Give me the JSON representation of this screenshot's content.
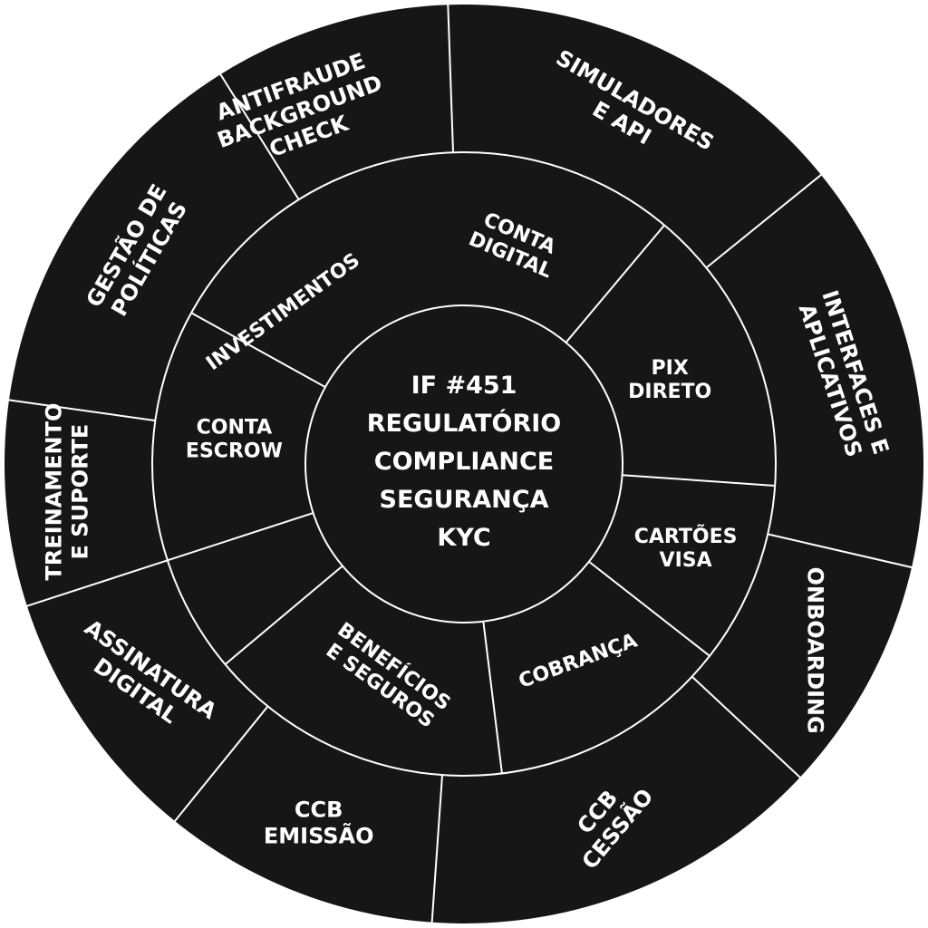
{
  "center": {
    "lines": [
      "IF #451",
      "REGULATÓRIO",
      "COMPLIANCE",
      "SEGURANÇA",
      "KYC"
    ]
  },
  "middle_ring": [
    {
      "id": "conta-digital",
      "lines": [
        "CONTA",
        "DIGITAL"
      ]
    },
    {
      "id": "pix-direto",
      "lines": [
        "PIX",
        "DIRETO"
      ]
    },
    {
      "id": "cartoes-visa",
      "lines": [
        "CARTÕES",
        "VISA"
      ]
    },
    {
      "id": "cobranca",
      "lines": [
        "COBRANÇA"
      ]
    },
    {
      "id": "beneficios-e-seguros",
      "lines": [
        "BENEFÍCIOS",
        "E SEGUROS"
      ]
    },
    {
      "id": "conta-escrow",
      "lines": [
        "CONTA",
        "ESCROW"
      ]
    },
    {
      "id": "investimentos",
      "lines": [
        "INVESTIMENTOS"
      ]
    }
  ],
  "outer_ring": [
    {
      "id": "simuladores-e-api",
      "lines": [
        "SIMULADORES",
        "E API"
      ]
    },
    {
      "id": "interfaces-e-aplicativos",
      "lines": [
        "INTERFACES E",
        "APLICATIVOS"
      ]
    },
    {
      "id": "onboarding",
      "lines": [
        "ONBOARDING"
      ]
    },
    {
      "id": "ccb-cessao",
      "lines": [
        "CCB",
        "CESSÃO"
      ]
    },
    {
      "id": "ccb-emissao",
      "lines": [
        "CCB",
        "EMISSÃO"
      ]
    },
    {
      "id": "assinatura-digital",
      "lines": [
        "ASSINATURA",
        "DIGITAL"
      ]
    },
    {
      "id": "treinamento-e-suporte",
      "lines": [
        "TREINAMENTO",
        "E SUPORTE"
      ]
    },
    {
      "id": "gestao-de-politicas",
      "lines": [
        "GESTÃO DE",
        "POLÍTICAS"
      ]
    },
    {
      "id": "antifraude-background-check",
      "lines": [
        "ANTIFRAUDE",
        "BACKGROUND",
        "CHECK"
      ]
    }
  ],
  "colors": {
    "background": "#ffffff",
    "disc": "#171616",
    "lines": "#ffffff",
    "text": "#ffffff"
  }
}
